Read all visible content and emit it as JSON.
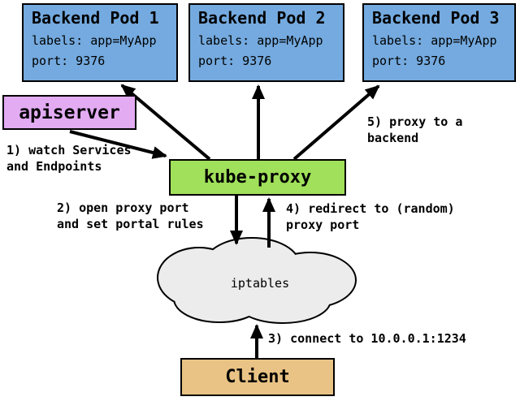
{
  "diagram": {
    "pods": [
      {
        "title": "Backend Pod 1",
        "labels_line": "labels: app=MyApp",
        "port_line": "port: 9376"
      },
      {
        "title": "Backend Pod 2",
        "labels_line": "labels: app=MyApp",
        "port_line": "port: 9376"
      },
      {
        "title": "Backend Pod 3",
        "labels_line": "labels: app=MyApp",
        "port_line": "port: 9376"
      }
    ],
    "apiserver_label": "apiserver",
    "kube_proxy_label": "kube-proxy",
    "iptables_label": "iptables",
    "client_label": "Client",
    "steps": {
      "step1": "1) watch Services\nand Endpoints",
      "step2": "2) open proxy port\nand set portal rules",
      "step3": "3) connect to 10.0.0.1:1234",
      "step4": "4) redirect to (random)\nproxy port",
      "step5": "5) proxy to a backend"
    },
    "colors": {
      "pod_fill": "#74aadf",
      "apiserver_fill": "#e2abf2",
      "kube_proxy_fill": "#a0e05a",
      "client_fill": "#e9c385",
      "cloud_fill": "#ececec",
      "line": "#000000"
    }
  }
}
